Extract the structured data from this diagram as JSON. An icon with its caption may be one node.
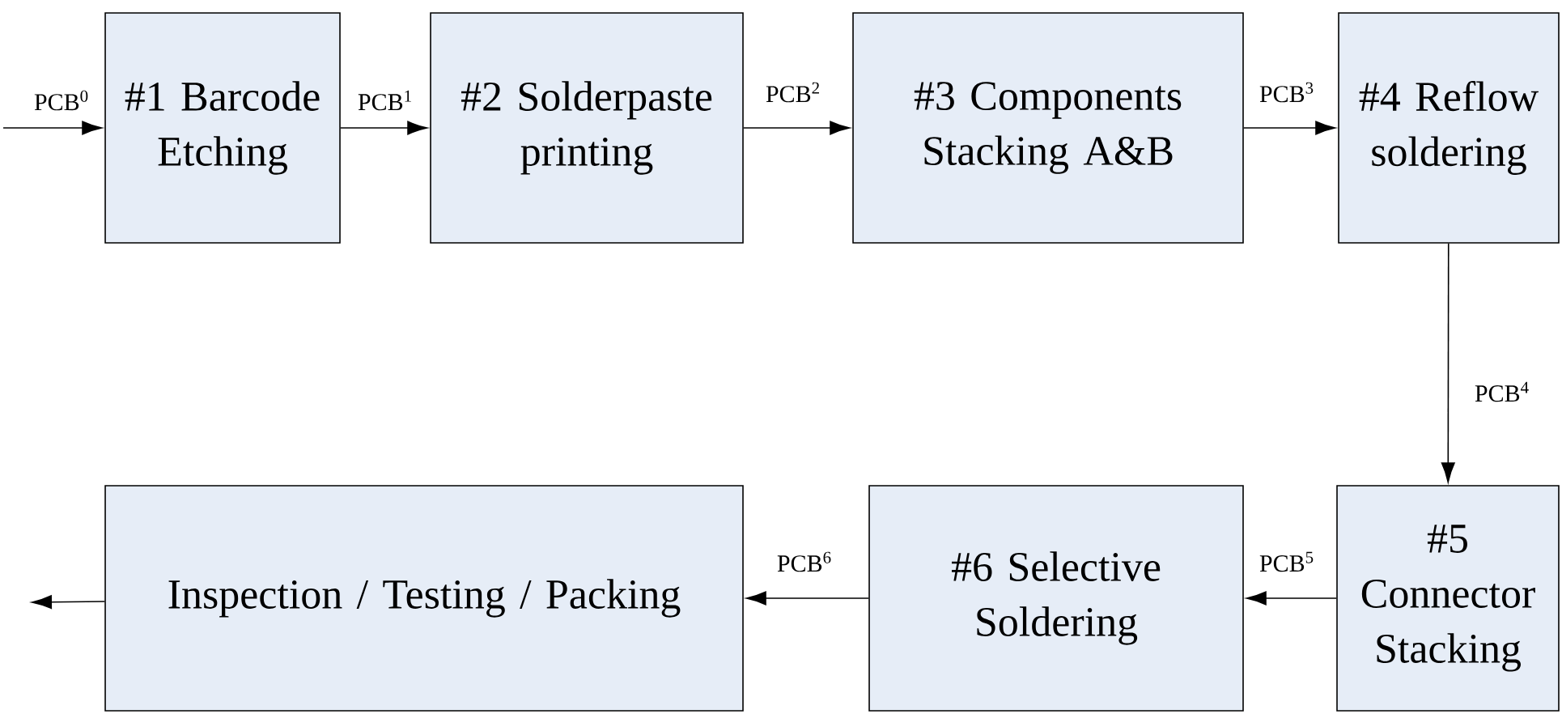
{
  "diagram": {
    "nodes": [
      {
        "text": [
          "#1 Barcode Etching"
        ]
      },
      {
        "text": [
          "#2 Solderpaste printing"
        ]
      },
      {
        "text": [
          "#3 Components Stacking A&B"
        ]
      },
      {
        "text": [
          "#4 Reflow soldering"
        ]
      },
      {
        "text": [
          "#5 Connector Stacking"
        ]
      },
      {
        "text": [
          "#6 Selective Soldering"
        ]
      },
      {
        "text": [
          "Inspection / Testing / Packing"
        ]
      }
    ],
    "edges": [
      {
        "from": null,
        "to": 0,
        "arrow": "to",
        "label": "PCB$^{0}$"
      },
      {
        "from": 0,
        "to": 1,
        "arrow": "to",
        "label": "PCB$^{1}$"
      },
      {
        "from": 1,
        "to": 2,
        "arrow": "to",
        "label": "PCB$^{2}$"
      },
      {
        "from": 2,
        "to": 3,
        "arrow": "to",
        "label": "PCB$^{3}$"
      },
      {
        "from": 3,
        "to": 4,
        "arrow": "to",
        "label": "PCB$^{4}$"
      },
      {
        "from": 4,
        "to": 5,
        "arrow": "to",
        "label": "PCB$^{5}$"
      },
      {
        "from": 5,
        "to": 6,
        "arrow": "to",
        "label": "PCB$^{6}$"
      },
      {
        "from": 6,
        "to": null,
        "arrow": "to"
      }
    ]
  }
}
